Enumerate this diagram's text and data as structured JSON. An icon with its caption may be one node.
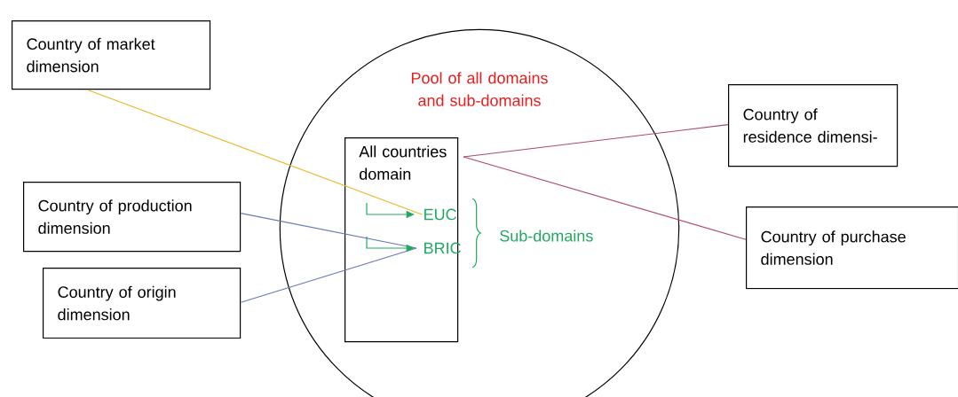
{
  "diagram": {
    "nodes": [
      {
        "text": [
          "Pool of all domains and sub-domains"
        ]
      },
      {
        "text": [
          "All countries domain"
        ],
        "in": 0
      },
      {
        "text": [
          "EUC"
        ],
        "in": 1
      },
      {
        "text": [
          "BRIC"
        ],
        "in": 1
      },
      {
        "text": [
          "Country of market dimension"
        ]
      },
      {
        "text": [
          "Country of production dimension"
        ]
      },
      {
        "text": [
          "Country of origin dimension"
        ]
      },
      {
        "text": [
          "Country of residence dimensi-"
        ]
      },
      {
        "text": [
          "Country of purchase dimension"
        ]
      }
    ],
    "edges": [
      {
        "from": 4,
        "to": 2,
        "arrow": "none",
        "color": "#e8b828"
      },
      {
        "from": 5,
        "to": 3,
        "arrow": "none",
        "color": "#6a78b8"
      },
      {
        "from": 6,
        "to": 3,
        "arrow": "none",
        "color": "#6a78b8"
      },
      {
        "from": 1,
        "to": 7,
        "arrow": "none",
        "color": "#b04a6a"
      },
      {
        "from": 1,
        "to": 8,
        "arrow": "none",
        "color": "#b04a6a"
      },
      {
        "from": null,
        "to": 2,
        "arrow": "to",
        "color": "#20a860"
      },
      {
        "from": null,
        "to": 3,
        "arrow": "to",
        "color": "#20a860"
      }
    ],
    "labels": [
      "Sub-domains"
    ]
  }
}
